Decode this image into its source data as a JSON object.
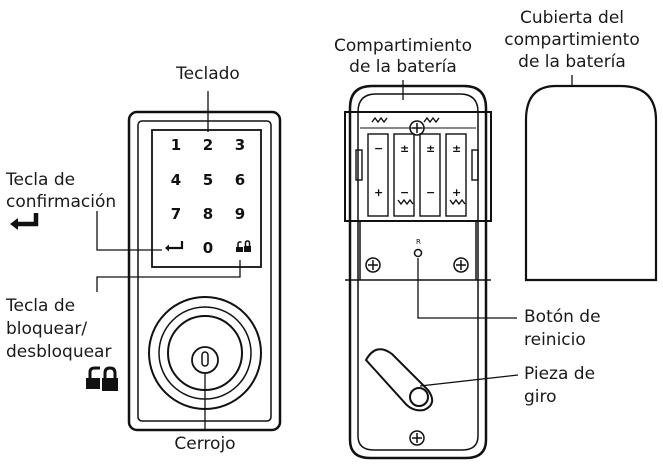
{
  "labels": {
    "keypad": "Teclado",
    "confirm_key_line1": "Tecla de",
    "confirm_key_line2": "confirmación",
    "lock_key_line1": "Tecla de",
    "lock_key_line2": "bloquear/",
    "lock_key_line3": "desbloquear",
    "deadbolt": "Cerrojo",
    "battery_compartment_line1": "Compartimiento",
    "battery_compartment_line2": "de la batería",
    "battery_cover_line1": "Cubierta del",
    "battery_cover_line2": "compartimiento",
    "battery_cover_line3": "de la batería",
    "reset_button_line1": "Botón de",
    "reset_button_line2": "reinicio",
    "turn_piece_line1": "Pieza de",
    "turn_piece_line2": "giro"
  },
  "keys": [
    "1",
    "2",
    "3",
    "4",
    "5",
    "6",
    "7",
    "8",
    "9",
    "0"
  ],
  "reset_mark": "R"
}
